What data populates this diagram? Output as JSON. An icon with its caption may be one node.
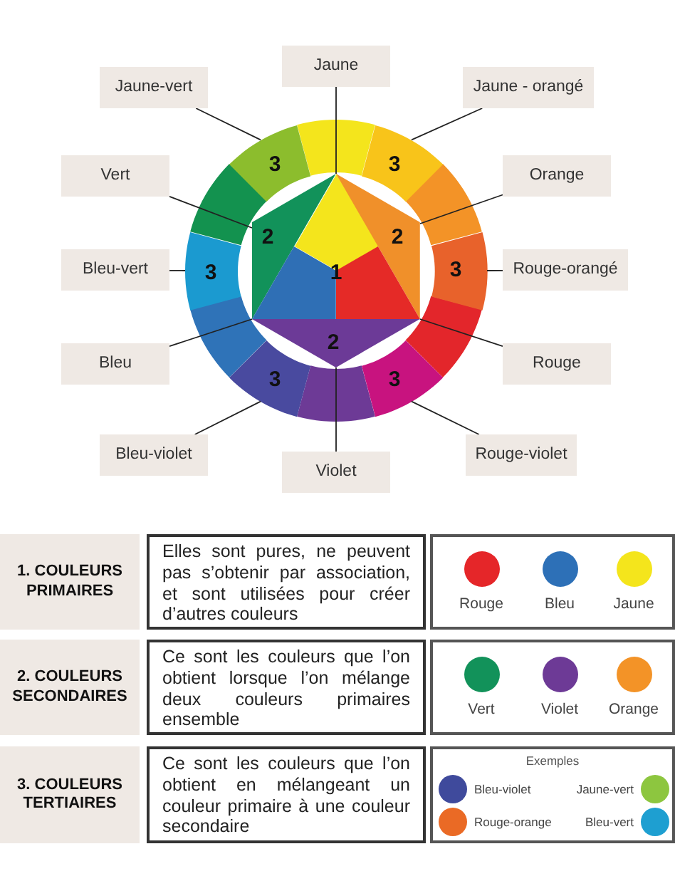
{
  "diagram": {
    "nodes": [
      {
        "text": [
          "Jaune"
        ]
      },
      {
        "text": [
          "Jaune-vert"
        ]
      },
      {
        "text": [
          "Jaune - orangé"
        ]
      },
      {
        "text": [
          "Vert"
        ]
      },
      {
        "text": [
          "Orange"
        ]
      },
      {
        "text": [
          "Bleu-vert"
        ]
      },
      {
        "text": [
          "Rouge-orangé"
        ]
      },
      {
        "text": [
          "Bleu"
        ]
      },
      {
        "text": [
          "Rouge"
        ]
      },
      {
        "text": [
          "Bleu-violet"
        ]
      },
      {
        "text": [
          "Rouge-violet"
        ]
      },
      {
        "text": [
          "Violet"
        ]
      },
      {
        "text": [
          "1. COULEURS PRIMAIRES"
        ]
      },
      {
        "text": [
          "Elles sont pures, ne peuvent pas s’obtenir par association, et sont utilisées pour créer d’autres couleurs"
        ]
      },
      {
        "text": [],
        "shape": "box"
      },
      {
        "text": [
          "Rouge"
        ],
        "in": 14
      },
      {
        "text": [
          "Bleu"
        ],
        "in": 14
      },
      {
        "text": [
          "Jaune"
        ],
        "in": 14
      },
      {
        "text": [
          "2. COULEURS SECONDAIRES"
        ]
      },
      {
        "text": [
          "Ce sont les couleurs que l’on obtient lorsque l’on mélange deux couleurs primaires ensemble"
        ]
      },
      {
        "text": [],
        "shape": "box"
      },
      {
        "text": [
          "Vert"
        ],
        "in": 20
      },
      {
        "text": [
          "Violet"
        ],
        "in": 20
      },
      {
        "text": [
          "Orange"
        ],
        "in": 20
      },
      {
        "text": [
          "3. COULEURS TERTIAIRES"
        ]
      },
      {
        "text": [
          "Ce sont les couleurs que l’on obtient en mélangeant un couleur primaire à une couleur secondaire"
        ]
      },
      {
        "text": [
          "Exemples"
        ]
      },
      {
        "text": [
          "Bleu-violet"
        ],
        "in": 26
      },
      {
        "text": [
          "Jaune-vert"
        ],
        "in": 26
      },
      {
        "text": [
          "Rouge-orange"
        ],
        "in": 26
      },
      {
        "text": [
          "Bleu-vert"
        ],
        "in": 26
      },
      {
        "text": [],
        "shape": "polygon"
      },
      {
        "text": [
          "3"
        ]
      },
      {
        "text": [
          "3"
        ]
      },
      {
        "text": [
          "2"
        ]
      },
      {
        "text": [
          "2"
        ]
      },
      {
        "text": [
          "3"
        ]
      },
      {
        "text": [
          "3"
        ]
      },
      {
        "text": [],
        "shape": "polygon"
      },
      {
        "text": [],
        "shape": "polygon"
      },
      {
        "text": [
          "3"
        ]
      },
      {
        "text": [
          "3"
        ]
      },
      {
        "text": [
          "2"
        ]
      }
    ],
    "edges": [
      {
        "from": 0,
        "to": 31,
        "arrow": "none"
      },
      {
        "from": 1,
        "to": 32,
        "arrow": "none"
      },
      {
        "from": 2,
        "to": 33,
        "arrow": "none"
      },
      {
        "from": 3,
        "to": 34,
        "arrow": "none"
      },
      {
        "from": 4,
        "to": 35,
        "arrow": "none"
      },
      {
        "from": 5,
        "to": 36,
        "arrow": "none"
      },
      {
        "from": 6,
        "to": 37,
        "arrow": "none"
      },
      {
        "from": 7,
        "to": 38,
        "arrow": "none"
      },
      {
        "from": 8,
        "to": 39,
        "arrow": "none"
      },
      {
        "from": 9,
        "to": 40,
        "arrow": "none"
      },
      {
        "from": 10,
        "to": 41,
        "arrow": "none"
      },
      {
        "from": 11,
        "to": 42,
        "arrow": "none"
      }
    ],
    "labels": [
      "1"
    ]
  }
}
